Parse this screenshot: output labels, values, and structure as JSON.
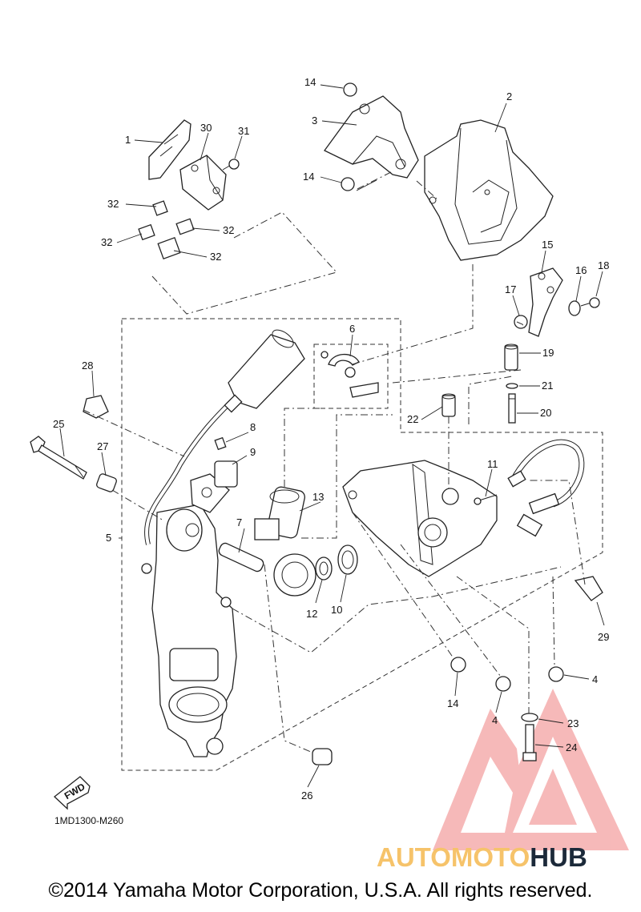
{
  "labels": {
    "p1": "1",
    "p2": "2",
    "p3": "3",
    "p4a": "4",
    "p4b": "4",
    "p5": "5",
    "p6": "6",
    "p7": "7",
    "p8": "8",
    "p9": "9",
    "p10": "10",
    "p11": "11",
    "p12": "12",
    "p13": "13",
    "p14a": "14",
    "p14b": "14",
    "p14c": "14",
    "p15": "15",
    "p16": "16",
    "p17": "17",
    "p18": "18",
    "p19": "19",
    "p20": "20",
    "p21": "21",
    "p22": "22",
    "p23": "23",
    "p24": "24",
    "p25": "25",
    "p26": "26",
    "p27": "27",
    "p28": "28",
    "p29": "29",
    "p30": "30",
    "p31": "31",
    "p32a": "32",
    "p32b": "32",
    "p32c": "32",
    "p32d": "32"
  },
  "fwd": "FWD",
  "reference": "1MD1300-M260",
  "copyright": "©2014 Yamaha Motor Corporation, U.S.A. All rights reserved.",
  "watermark": {
    "part1": "AUTOMOTO",
    "part2": "HUB",
    "accent": "#f6c36a",
    "dark": "#1c2a3a",
    "logo_color": "#f08080"
  }
}
